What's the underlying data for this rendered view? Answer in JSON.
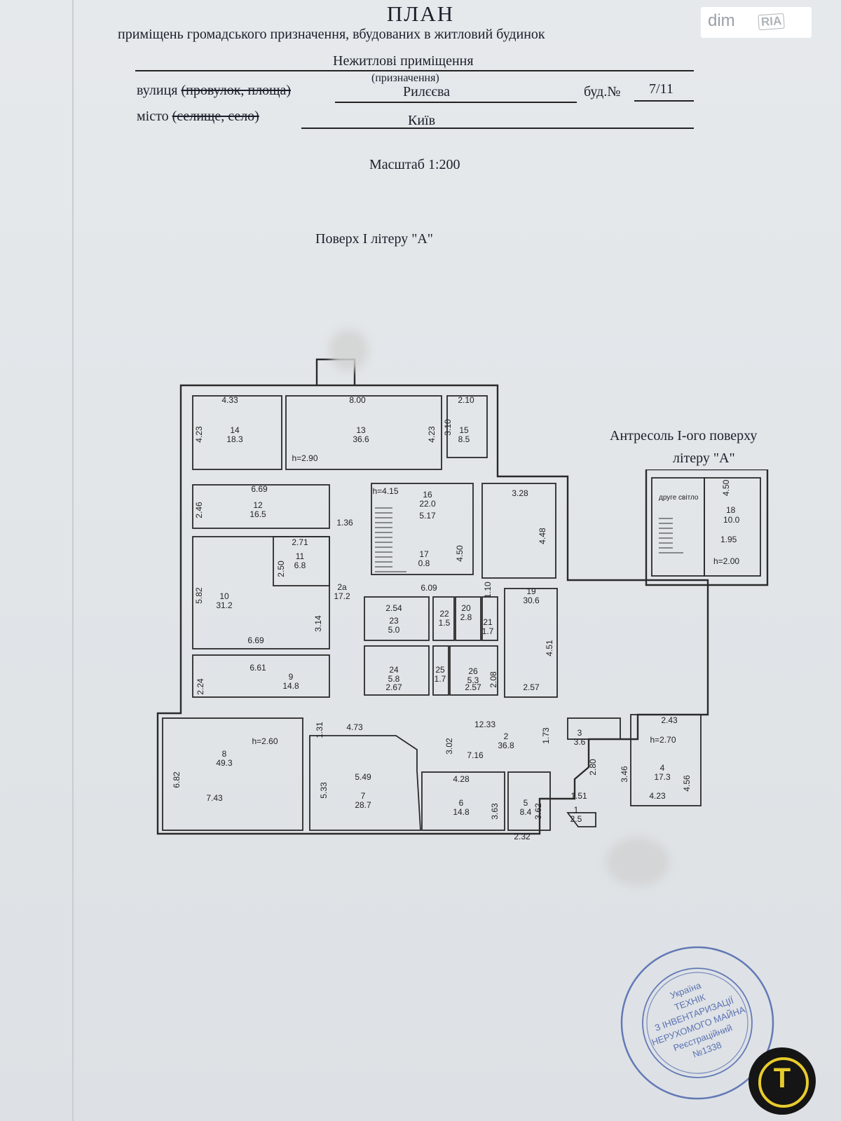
{
  "header": {
    "title": "ПЛАН",
    "subtitle": "приміщень громадського призначення, вбудованих в житловий будинок",
    "purpose_value": "Нежитлові приміщення",
    "purpose_hint": "(призначення)",
    "street_label": "вулиця",
    "street_struck": "(провулок, площа)",
    "street_value": "Рилєєва",
    "building_label": "буд.№",
    "building_value": "7/11",
    "city_label": "місто",
    "city_struck": "(селище, село)",
    "city_value": "Київ",
    "scale": "Масштаб 1:200"
  },
  "plan": {
    "floor_title": "Поверх I  літеру \"А\"",
    "mezzanine_title_1": "Антресоль I-ого поверху",
    "mezzanine_title_2": "літеру \"А\""
  },
  "rooms": [
    {
      "no": "14",
      "area": "18.3"
    },
    {
      "no": "13",
      "area": "36.6"
    },
    {
      "no": "15",
      "area": "8.5"
    },
    {
      "no": "12",
      "area": "16.5"
    },
    {
      "no": "16",
      "area": "22.0"
    },
    {
      "no": "17",
      "area": "0.8"
    },
    {
      "no": "11",
      "area": "6.8"
    },
    {
      "no": "10",
      "area": "31.2"
    },
    {
      "no": "2a",
      "area": "17.2"
    },
    {
      "no": "19",
      "area": "30.6"
    },
    {
      "no": "23",
      "area": "5.0"
    },
    {
      "no": "20",
      "area": "2.8"
    },
    {
      "no": "21",
      "area": "1.7"
    },
    {
      "no": "22",
      "area": "1.5"
    },
    {
      "no": "9",
      "area": "14.8"
    },
    {
      "no": "24",
      "area": "5.8"
    },
    {
      "no": "25",
      "area": "1.7"
    },
    {
      "no": "26",
      "area": "5.3"
    },
    {
      "no": "8",
      "area": "49.3"
    },
    {
      "no": "3",
      "area": "3.6"
    },
    {
      "no": "2",
      "area": "36.8"
    },
    {
      "no": "4",
      "area": "17.3"
    },
    {
      "no": "7",
      "area": "28.7"
    },
    {
      "no": "6",
      "area": "14.8"
    },
    {
      "no": "5",
      "area": "8.4"
    },
    {
      "no": "1",
      "area": "2.5"
    },
    {
      "no": "18",
      "area": "10.0"
    }
  ],
  "dimensions": {
    "d_4_33": "4.33",
    "d_8_00": "8.00",
    "d_2_10": "2.10",
    "d_4_23a": "4.23",
    "d_4_23b": "4.23",
    "d_3_10": "3.10",
    "h_2_90": "h=2.90",
    "d_6_69a": "6.69",
    "d_2_46": "2.46",
    "d_1_36": "1.36",
    "h_4_15": "h=4.15",
    "d_5_17": "5.17",
    "d_4_50a": "4.50",
    "d_3_28": "3.28",
    "d_4_48": "4.48",
    "d_2_71": "2.71",
    "d_2_50": "2.50",
    "d_5_82": "5.82",
    "d_3_14": "3.14",
    "d_6_69b": "6.69",
    "d_6_09": "6.09",
    "d_1_10": "1.10",
    "d_2_54": "2.54",
    "d_4_51": "4.51",
    "d_6_61": "6.61",
    "d_2_24": "2.24",
    "d_2_67": "2.67",
    "d_2_57a": "2.57",
    "d_2_08": "2.08",
    "d_2_57b": "2.57",
    "d_1_31": "1.31",
    "d_4_73": "4.73",
    "d_3_02": "3.02",
    "d_12_33": "12.33",
    "d_1_73": "1.73",
    "d_2_43": "2.43",
    "h_2_60": "h=2.60",
    "h_2_70": "h=2.70",
    "d_7_16": "7.16",
    "d_2_80": "2.80",
    "d_3_46": "3.46",
    "d_4_56": "4.56",
    "d_6_82": "6.82",
    "d_5_33": "5.33",
    "d_5_49": "5.49",
    "d_4_28": "4.28",
    "d_3_63": "3.63",
    "d_3_62": "3.62",
    "d_4_23c": "4.23",
    "d_1_51": "1.51",
    "d_7_43": "7.43",
    "d_2_32": "2.32",
    "mz_second_light": "друге світло",
    "mz_4_50": "4.50",
    "mz_1_95": "1.95",
    "mz_h_2_00": "h=2.00"
  },
  "stamp": {
    "line1": "Україна",
    "line2": "ТЕХНІК",
    "line3": "З ІНВЕНТАРИЗАЦІЇ",
    "line4": "НЕРУХОМОГО МАЙНА",
    "line5": "Реєстраційний",
    "line6": "№1338"
  },
  "watermark": {
    "brand1": "dim",
    "brand2": "RIA",
    "badge_letter": "T"
  }
}
